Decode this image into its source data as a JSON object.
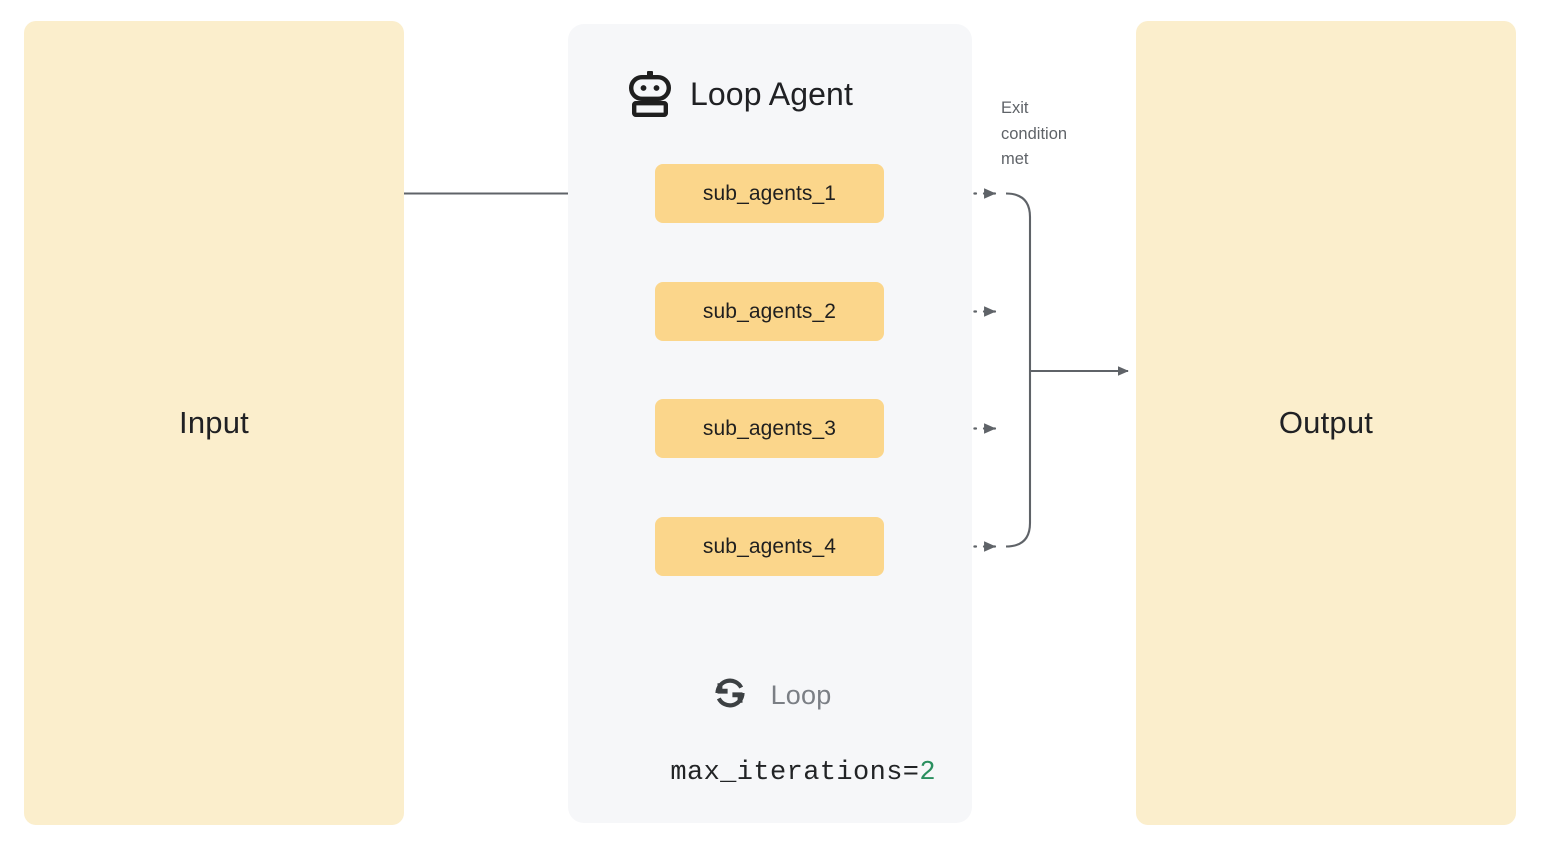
{
  "diagram": {
    "title": "Loop Agent",
    "type": "loop-agent-workflow"
  },
  "input_panel": {
    "label": "Input"
  },
  "output_panel": {
    "label": "Output"
  },
  "loop_agent": {
    "header_title": "Loop Agent",
    "robot_icon": "robot-icon",
    "sub_agents": [
      {
        "label": "sub_agents_1"
      },
      {
        "label": "sub_agents_2"
      },
      {
        "label": "sub_agents_3"
      },
      {
        "label": "sub_agents_4"
      }
    ],
    "exit_condition_caption": "Exit\ncondition\nmet",
    "footer": {
      "loop_icon": "loop-refresh-icon",
      "loop_label": "Loop",
      "code_key": "max_iterations=",
      "code_value": "2"
    }
  },
  "colors": {
    "panel_cream": "#FBEECC",
    "agent_box_amber": "#FBD68B",
    "loop_agent_bg": "#F6F7F9",
    "connector_gray": "#5F6368",
    "text_dark": "#202124",
    "text_muted": "#5F6368",
    "code_number_green": "#2a8f5f"
  }
}
